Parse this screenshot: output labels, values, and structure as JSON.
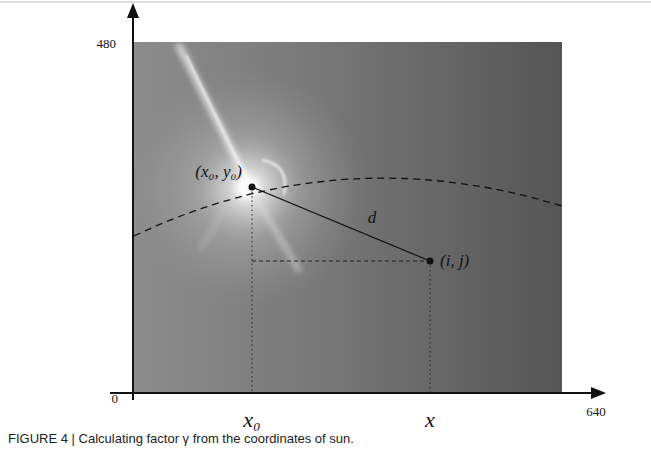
{
  "diagram": {
    "caption": "FIGURE 4 | Calculating factor γ from the coordinates of sun.",
    "labels": [
      "480",
      "0",
      "640",
      "(x₀, y₀)",
      "d",
      "(i, j)",
      "x₀",
      "x"
    ]
  }
}
